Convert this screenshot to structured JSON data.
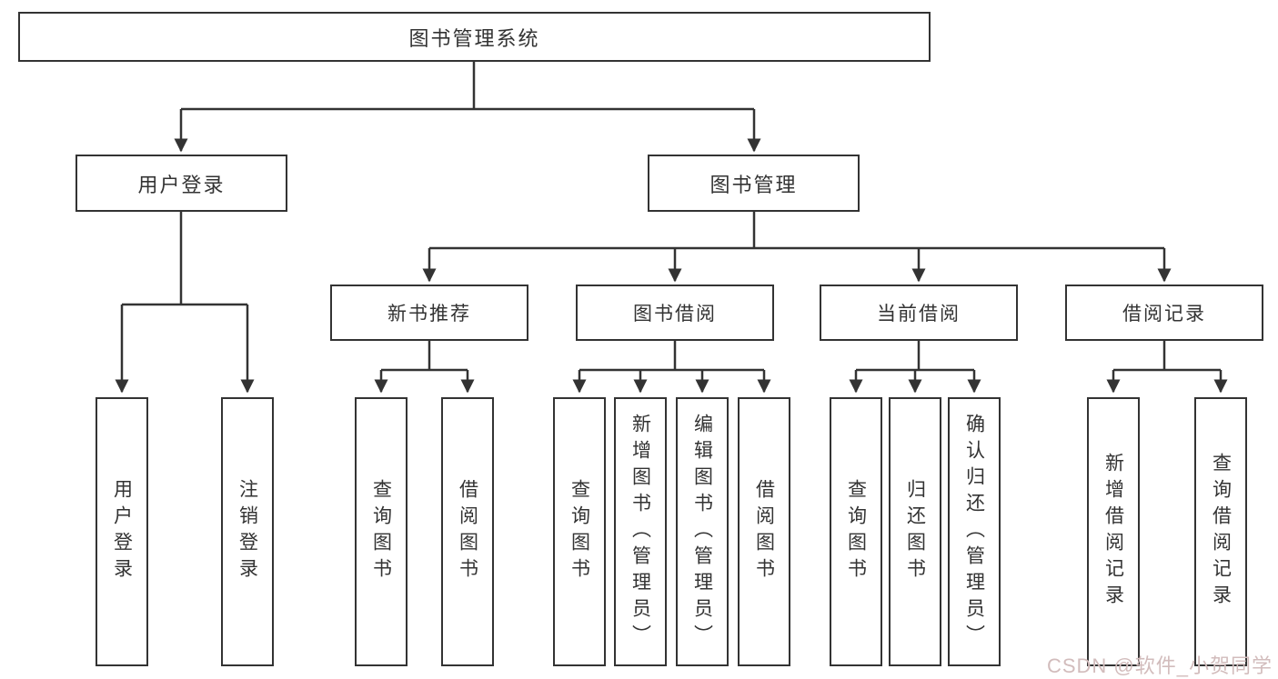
{
  "tree": {
    "label": "图书管理系统",
    "children": [
      {
        "label": "用户登录",
        "children": [
          {
            "label": "用户登录"
          },
          {
            "label": "注销登录"
          }
        ]
      },
      {
        "label": "图书管理",
        "children": [
          {
            "label": "新书推荐",
            "children": [
              {
                "label": "查询图书"
              },
              {
                "label": "借阅图书"
              }
            ]
          },
          {
            "label": "图书借阅",
            "children": [
              {
                "label": "查询图书"
              },
              {
                "label": "新增图书（管理员）"
              },
              {
                "label": "编辑图书（管理员）"
              },
              {
                "label": "借阅图书"
              }
            ]
          },
          {
            "label": "当前借阅",
            "children": [
              {
                "label": "查询图书"
              },
              {
                "label": "归还图书"
              },
              {
                "label": "确认归还（管理员）"
              }
            ]
          },
          {
            "label": "借阅记录",
            "children": [
              {
                "label": "新增借阅记录"
              },
              {
                "label": "查询借阅记录"
              }
            ]
          }
        ]
      }
    ]
  },
  "watermark": {
    "text": "CSDN @软件_小贺同学"
  },
  "colors": {
    "line": "#333333",
    "box_border": "#333333",
    "box_fill": "#ffffff",
    "text": "#333333",
    "watermark": "#d2bcbc",
    "background": "#ffffff"
  }
}
